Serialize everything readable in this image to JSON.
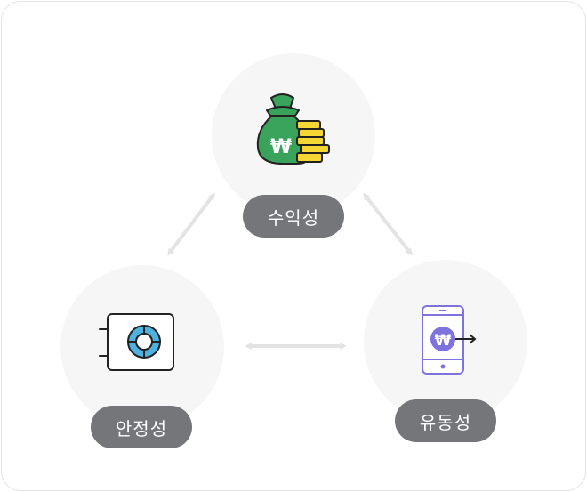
{
  "nodes": {
    "top": {
      "label": "수익성",
      "icon": "money-bag-icon"
    },
    "left": {
      "label": "안정성",
      "icon": "safe-icon"
    },
    "right": {
      "label": "유동성",
      "icon": "mobile-transfer-icon"
    }
  },
  "icon_glyphs": {
    "won": "₩"
  },
  "colors": {
    "circle_bg": "#f6f6f6",
    "pill_bg": "#75767a",
    "arrow": "#e3e3e3",
    "bag_green": "#3aa35b",
    "coin_yellow": "#f5d733",
    "safe_blue": "#4fb2de",
    "phone_purple": "#7e73dd"
  }
}
